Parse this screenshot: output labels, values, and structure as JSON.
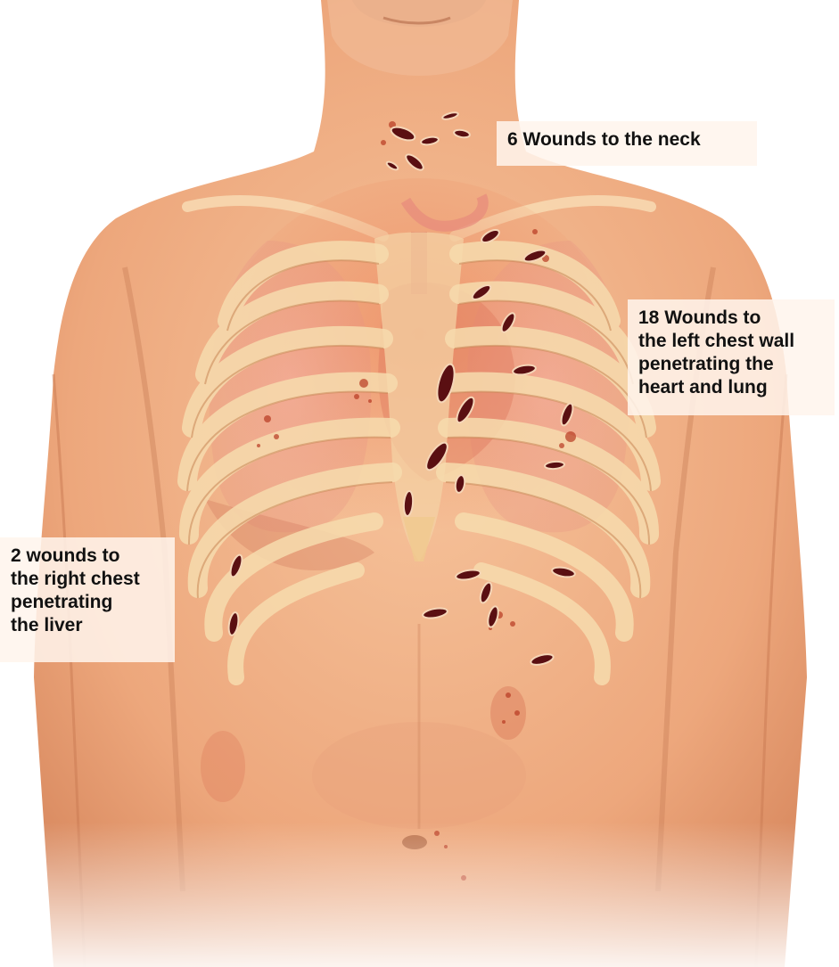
{
  "labels": {
    "neck": {
      "lines": [
        "6 Wounds to the neck"
      ]
    },
    "left_chest": {
      "lines": [
        "18 Wounds to",
        "the left chest wall",
        "penetrating the",
        "heart and lung"
      ]
    },
    "right_chest": {
      "lines": [
        "2 wounds to",
        "the right chest",
        "penetrating",
        "the liver"
      ]
    }
  },
  "colors": {
    "skin": "#f2b48a",
    "skin_dark": "#d9865a",
    "rib": "#f7d8a8",
    "wound": "#5a0f12",
    "blood": "#b83a22",
    "label_bg": "#fff4ec"
  }
}
